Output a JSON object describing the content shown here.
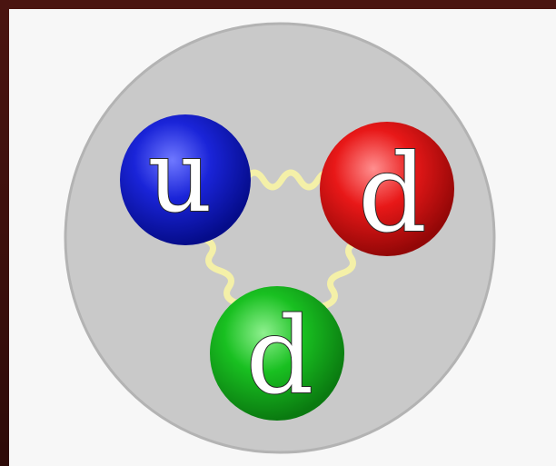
{
  "diagram": {
    "quarks": [
      {
        "id": "up",
        "label": "u",
        "color": "#0b16c8"
      },
      {
        "id": "down-red",
        "label": "d",
        "color": "#e01212"
      },
      {
        "id": "down-green",
        "label": "d",
        "color": "#10b21a"
      }
    ],
    "colors": {
      "proton_body": "#c9c9c9",
      "proton_edge": "#b3b3b3",
      "gluon": "#f4f0a8",
      "background": "#f7f7f7",
      "frame": "#3a0f0c"
    },
    "gluon_icon": "wavy-line-gluon"
  }
}
